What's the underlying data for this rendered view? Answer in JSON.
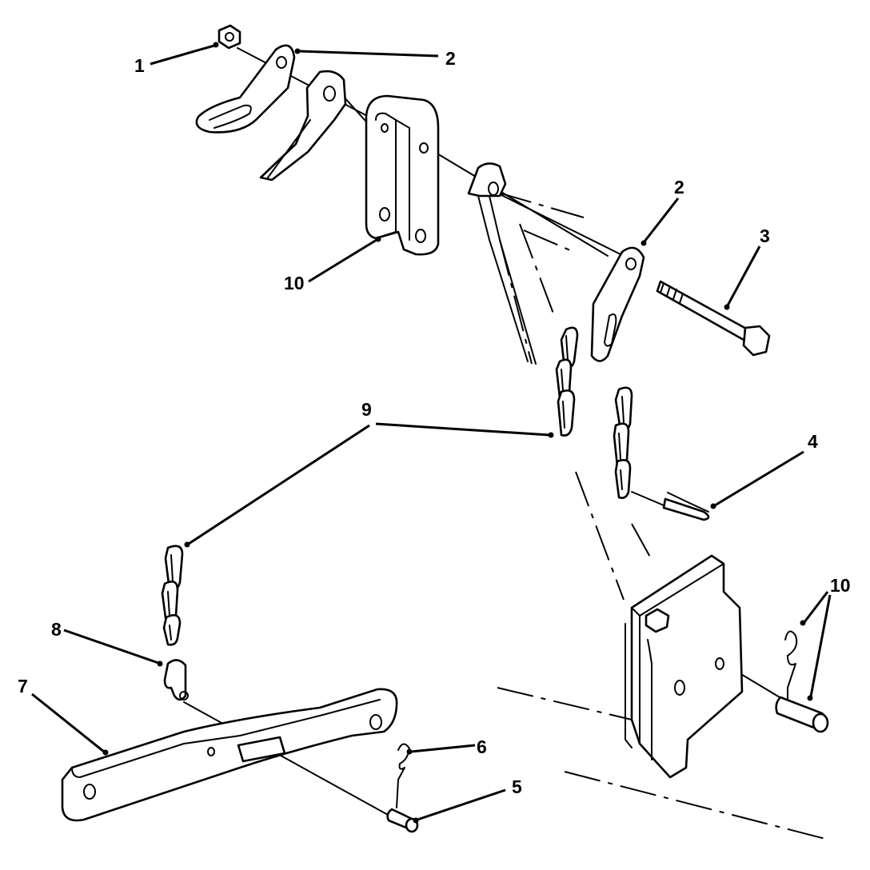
{
  "callouts": {
    "c1": "1",
    "c2a": "2",
    "c2b": "2",
    "c3": "3",
    "c4": "4",
    "c5": "5",
    "c6": "6",
    "c7": "7",
    "c8": "8",
    "c9": "9",
    "c10a": "10",
    "c10b": "10"
  },
  "colors": {
    "ink": "#000000",
    "paper": "#ffffff"
  }
}
